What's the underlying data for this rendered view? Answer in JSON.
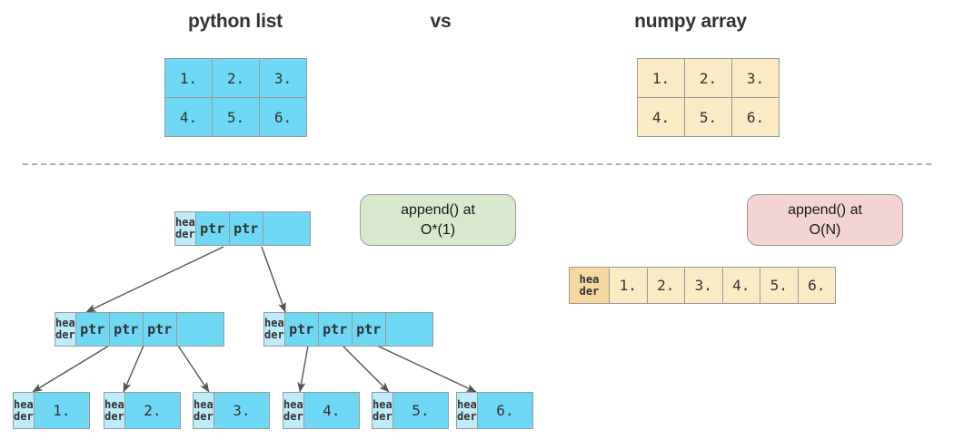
{
  "headings": {
    "left": "python list",
    "middle": "vs",
    "right": "numpy array"
  },
  "top_tables": {
    "python_list": {
      "fill": "#6FD9F5",
      "rows": [
        [
          "1.",
          "2.",
          "3."
        ],
        [
          "4.",
          "5.",
          "6."
        ]
      ]
    },
    "numpy_array": {
      "fill": "#FBEBC4",
      "rows": [
        [
          "1.",
          "2.",
          "3."
        ],
        [
          "4.",
          "5.",
          "6."
        ]
      ]
    }
  },
  "callouts": {
    "list_append": {
      "line1": "append() at",
      "line2": "O*(1)",
      "fill": "#D7E8CD"
    },
    "array_append": {
      "line1": "append() at",
      "line2": "O(N)",
      "fill": "#F3D3D3"
    }
  },
  "labels": {
    "header_line1": "hea",
    "header_line2": "der",
    "ptr": "ptr"
  },
  "list_tree": {
    "root": {
      "header": [
        "hea",
        "der"
      ],
      "segments": [
        "ptr",
        "ptr",
        ""
      ]
    },
    "mid_left": {
      "header": [
        "hea",
        "der"
      ],
      "segments": [
        "ptr",
        "ptr",
        "ptr",
        ""
      ]
    },
    "mid_right": {
      "header": [
        "hea",
        "der"
      ],
      "segments": [
        "ptr",
        "ptr",
        "ptr",
        ""
      ]
    },
    "leaves": [
      {
        "header": [
          "hea",
          "der"
        ],
        "value": "1."
      },
      {
        "header": [
          "hea",
          "der"
        ],
        "value": "2."
      },
      {
        "header": [
          "hea",
          "der"
        ],
        "value": "3."
      },
      {
        "header": [
          "hea",
          "der"
        ],
        "value": "4."
      },
      {
        "header": [
          "hea",
          "der"
        ],
        "value": "5."
      },
      {
        "header": [
          "hea",
          "der"
        ],
        "value": "6."
      }
    ]
  },
  "numpy_row": {
    "header": [
      "hea",
      "der"
    ],
    "values": [
      "1.",
      "2.",
      "3.",
      "4.",
      "5.",
      "6."
    ],
    "fill": "#FBEBC4",
    "header_fill": "#F7D9A0"
  }
}
